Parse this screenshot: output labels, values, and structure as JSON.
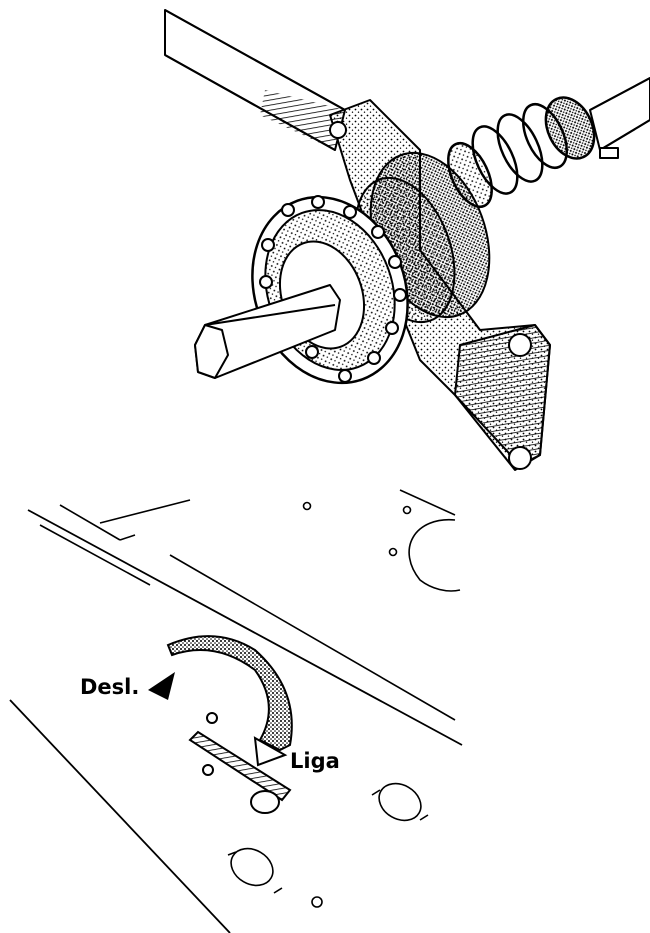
{
  "figure": {
    "labels": {
      "off": "Desl.",
      "on": "Liga"
    },
    "colors": {
      "ink": "#000000",
      "paper": "#ffffff"
    },
    "upper_illustration": "shaft-with-chain-sprocket-and-spring-clutch",
    "lower_illustration": "lever-on-panel-with-direction-arrow"
  }
}
